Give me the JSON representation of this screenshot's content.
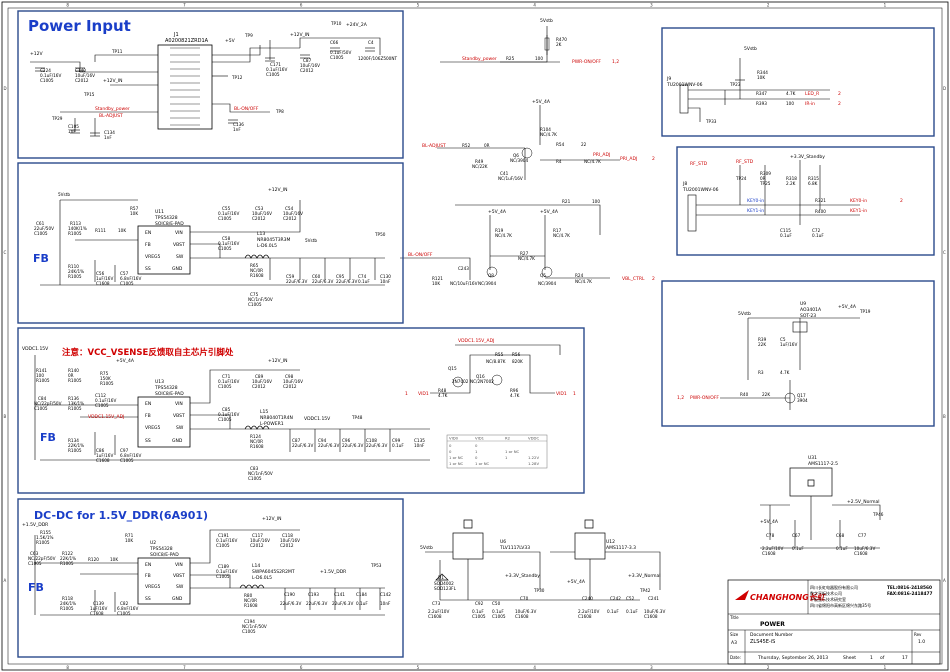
{
  "border": {
    "cols": [
      "8",
      "7",
      "6",
      "5",
      "4",
      "3",
      "2",
      "1"
    ],
    "rows": [
      "D",
      "C",
      "B",
      "A"
    ]
  },
  "colors": {
    "frame": "#2a4a8c",
    "wire": "#000000",
    "net_red": "#cc0000",
    "accent_blue": "#1a3ec8",
    "note_red": "#d00000"
  },
  "sections": {
    "power_input": {
      "title": "Power Input"
    },
    "fb_a": {
      "label": "FB"
    },
    "fb_b": {
      "label": "FB"
    },
    "fb_c": {
      "label": "FB"
    },
    "ddr_title": "DC-DC for 1.5V_DDR(6A901)"
  },
  "note_vsense": "注意：VCC_VSENSE反馈取自主芯片引脚处",
  "components": {
    "j1_ref": "J1",
    "j1_part": "A0200821ZRD1A",
    "u11": [
      "U11",
      "TPS54328",
      "SOIC8/E-PAD"
    ],
    "u13": [
      "U13",
      "TPS54328",
      "SOIC8/E-PAD"
    ],
    "u2": [
      "U2",
      "TPS54328",
      "SOIC8/E-PAD"
    ],
    "u6": [
      "U6",
      "TLV1117LV33"
    ],
    "u12": [
      "U12",
      "AMS1117-3.3"
    ],
    "u31": [
      "U31",
      "AMS1117-2.5"
    ],
    "u9": [
      "U9",
      "AO3401A",
      "SOT-23"
    ],
    "j9": [
      "J9",
      "TU2001WNV-06"
    ],
    "j8": [
      "J8",
      "TU2001WNV-06"
    ],
    "l13": [
      "L13",
      "NR8045T3R3M",
      "L-D6.0L5"
    ],
    "l15": [
      "L15",
      "NR8040T1R4N",
      "L-POWER1"
    ],
    "l14": [
      "L14",
      "SWPA6045S2R2MT",
      "L-D6.0L5"
    ]
  },
  "nets": {
    "pwr_on_off": "PWR-ON/OFF",
    "standby_power": "Standby_power",
    "bl_adjust": "BL-ADJUST",
    "bl_on_off": "BL-ON/OFF",
    "pri_adj": "PRI_ADJ",
    "pri_adj_alt": "PRI_ADJ",
    "vbl_ctrl": "VBL_CTRL",
    "vid1_in": "VID1",
    "vid1_out": "VID1",
    "led_r": "LED_R",
    "ir_in": "IR-in",
    "rf_std": "RF_STD",
    "key0_in": "KEY0-in",
    "key1_in": "KEY1-in",
    "v12": "+12V",
    "v12_in": "+12V_IN",
    "v24_in": "+24V_2A",
    "v5": "+5V",
    "v5_4a": "+5V_4A",
    "v5stb": "5Vstb",
    "v33_standby": "+3.3V_Standby",
    "v33_normal": "+3.3V_Normal",
    "v25_normal": "+2.5V_Normal",
    "v15_ddr": "+1.5V_DDR",
    "v15_adj": "VDDC1.15V_ADJ",
    "vddc115": "VDDC1.15V",
    "v18_vddc": "+1.5V_DDR"
  },
  "pages": {
    "pwr_page": "1,2",
    "pri_page": "2",
    "vbl_page": "2",
    "vid_page": "1",
    "key_page": "2"
  },
  "truth_table": {
    "headers": [
      "VID0",
      "VID1",
      "R2",
      "VDDC"
    ],
    "rows": [
      [
        "0",
        "0",
        "",
        ""
      ],
      [
        "0",
        "1",
        "1 or NC",
        ""
      ],
      [
        "1 or NC",
        "0",
        "1",
        "1.22V"
      ],
      [
        "1 or NC",
        "1 or NC",
        "",
        "1.28V"
      ]
    ]
  },
  "title_block": {
    "logo": "CHANGHONG长虹",
    "company_lines": [
      "四川长虹电器股份有限公司",
      "数字平板技术公司",
      "平板显示技术研究室",
      "四川省绵阳市高新区绵兴东路35号"
    ],
    "tel": "TEL:0816-2418560",
    "fax": "FAX:0816-2418477",
    "title_label": "Title",
    "title": "POWER",
    "size_label": "Size",
    "size": "A3",
    "docnum_label": "Document Number",
    "docnum": "ZLS45E-iS",
    "rev_label": "Rev",
    "rev": "1.0",
    "date_label": "Date:",
    "date": "Thursday, September 26, 2013",
    "sheet_label": "Sheet",
    "sheet": "1",
    "of_label": "of",
    "of": "17"
  }
}
